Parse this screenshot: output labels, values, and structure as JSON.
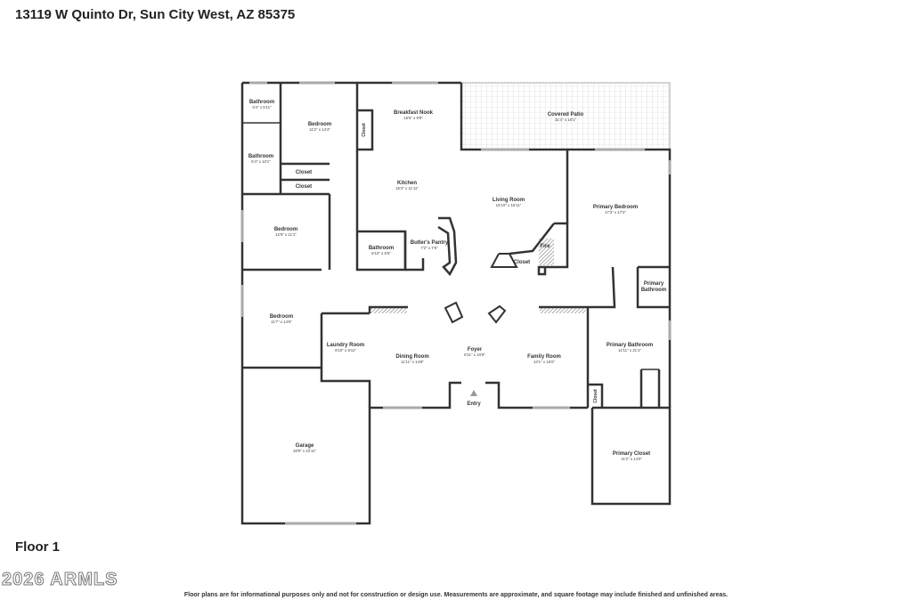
{
  "address": "13119 W Quinto Dr, Sun City West, AZ 85375",
  "floor_label": "Floor 1",
  "watermark": "2026 ARMLS",
  "disclaimer": "Floor plans are for informational purposes only and not for construction or design use. Measurements are approximate, and square footage may include finished and unfinished areas.",
  "rooms": {
    "bathroom_a": {
      "name": "Bathroom",
      "dim": "5'4\" x 5'11\""
    },
    "bedroom_top": {
      "name": "Bedroom",
      "dim": "11'2\" x 14'4\""
    },
    "breakfast_nook": {
      "name": "Breakfast Nook",
      "dim": "15'5\" x 9'9\""
    },
    "covered_patio": {
      "name": "Covered Patio",
      "dim": "31'4\" x 10'1\""
    },
    "closet_kitchen": {
      "name": "Closet"
    },
    "bathroom_b": {
      "name": "Bathroom",
      "dim": "5'4\" x 10'1\""
    },
    "closet_a": {
      "name": "Closet"
    },
    "closet_b": {
      "name": "Closet"
    },
    "kitchen": {
      "name": "Kitchen",
      "dim": "15'4\" x 11'11\""
    },
    "living_room": {
      "name": "Living Room",
      "dim": "16'10\" x 16'11\""
    },
    "primary_bedroom": {
      "name": "Primary Bedroom",
      "dim": "17'3\" x 17'2\""
    },
    "bedroom_mid": {
      "name": "Bedroom",
      "dim": "12'9\" x 11'1\""
    },
    "bathroom_c": {
      "name": "Bathroom",
      "dim": "6'10\" x 5'6\""
    },
    "butlers_pantry": {
      "name": "Butler's Pantry",
      "dim": "7'2\" x 7'6\""
    },
    "fire": {
      "name": "Fire"
    },
    "closet_fire": {
      "name": "Closet"
    },
    "primary_bathroom_small": {
      "name": "Primary",
      "name2": "Bathroom"
    },
    "bedroom_low": {
      "name": "Bedroom",
      "dim": "11'7\" x 14'6\""
    },
    "laundry_room": {
      "name": "Laundry Room",
      "dim": "6'10\" x 9'11\""
    },
    "dining_room": {
      "name": "Dining Room",
      "dim": "11'11\" x 14'8\""
    },
    "foyer": {
      "name": "Foyer",
      "dim": "6'11\" x 10'9\""
    },
    "family_room": {
      "name": "Family Room",
      "dim": "13'1\" x 15'0\""
    },
    "primary_bathroom": {
      "name": "Primary Bathroom",
      "dim": "11'11\" x 21'1\""
    },
    "closet_primary": {
      "name": "Closet"
    },
    "entry": {
      "name": "Entry"
    },
    "garage": {
      "name": "Garage",
      "dim": "18'9\" x 22'11\""
    },
    "primary_closet": {
      "name": "Primary Closet",
      "dim": "11'2\" x 14'0\""
    }
  },
  "colors": {
    "wall": "#333333",
    "patio_grid": "#cfcfcf",
    "window": "#aaaaaa"
  }
}
